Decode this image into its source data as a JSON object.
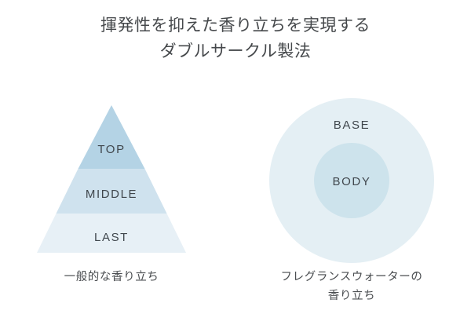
{
  "title": {
    "line1": "揮発性を抑えた香り立ちを実現する",
    "line2": "ダブルサークル製法"
  },
  "pyramid": {
    "name": "fragrance-pyramid",
    "layers": [
      {
        "id": "top",
        "label": "TOP",
        "color": "#b4d3e5"
      },
      {
        "id": "middle",
        "label": "MIDDLE",
        "color": "#cfe2ee"
      },
      {
        "id": "last",
        "label": "LAST",
        "color": "#e7f0f6"
      }
    ],
    "caption": "一般的な香り立ち"
  },
  "circles": {
    "name": "double-circle",
    "outer": {
      "id": "base",
      "label": "BASE",
      "color": "#e4eff4"
    },
    "inner": {
      "id": "body",
      "label": "BODY",
      "color": "#cde3ec"
    },
    "caption_line1": "フレグランスウォーターの",
    "caption_line2": "香り立ち"
  },
  "colors": {
    "background": "#ffffff",
    "text": "#45484b",
    "label_text": "#40474d"
  }
}
